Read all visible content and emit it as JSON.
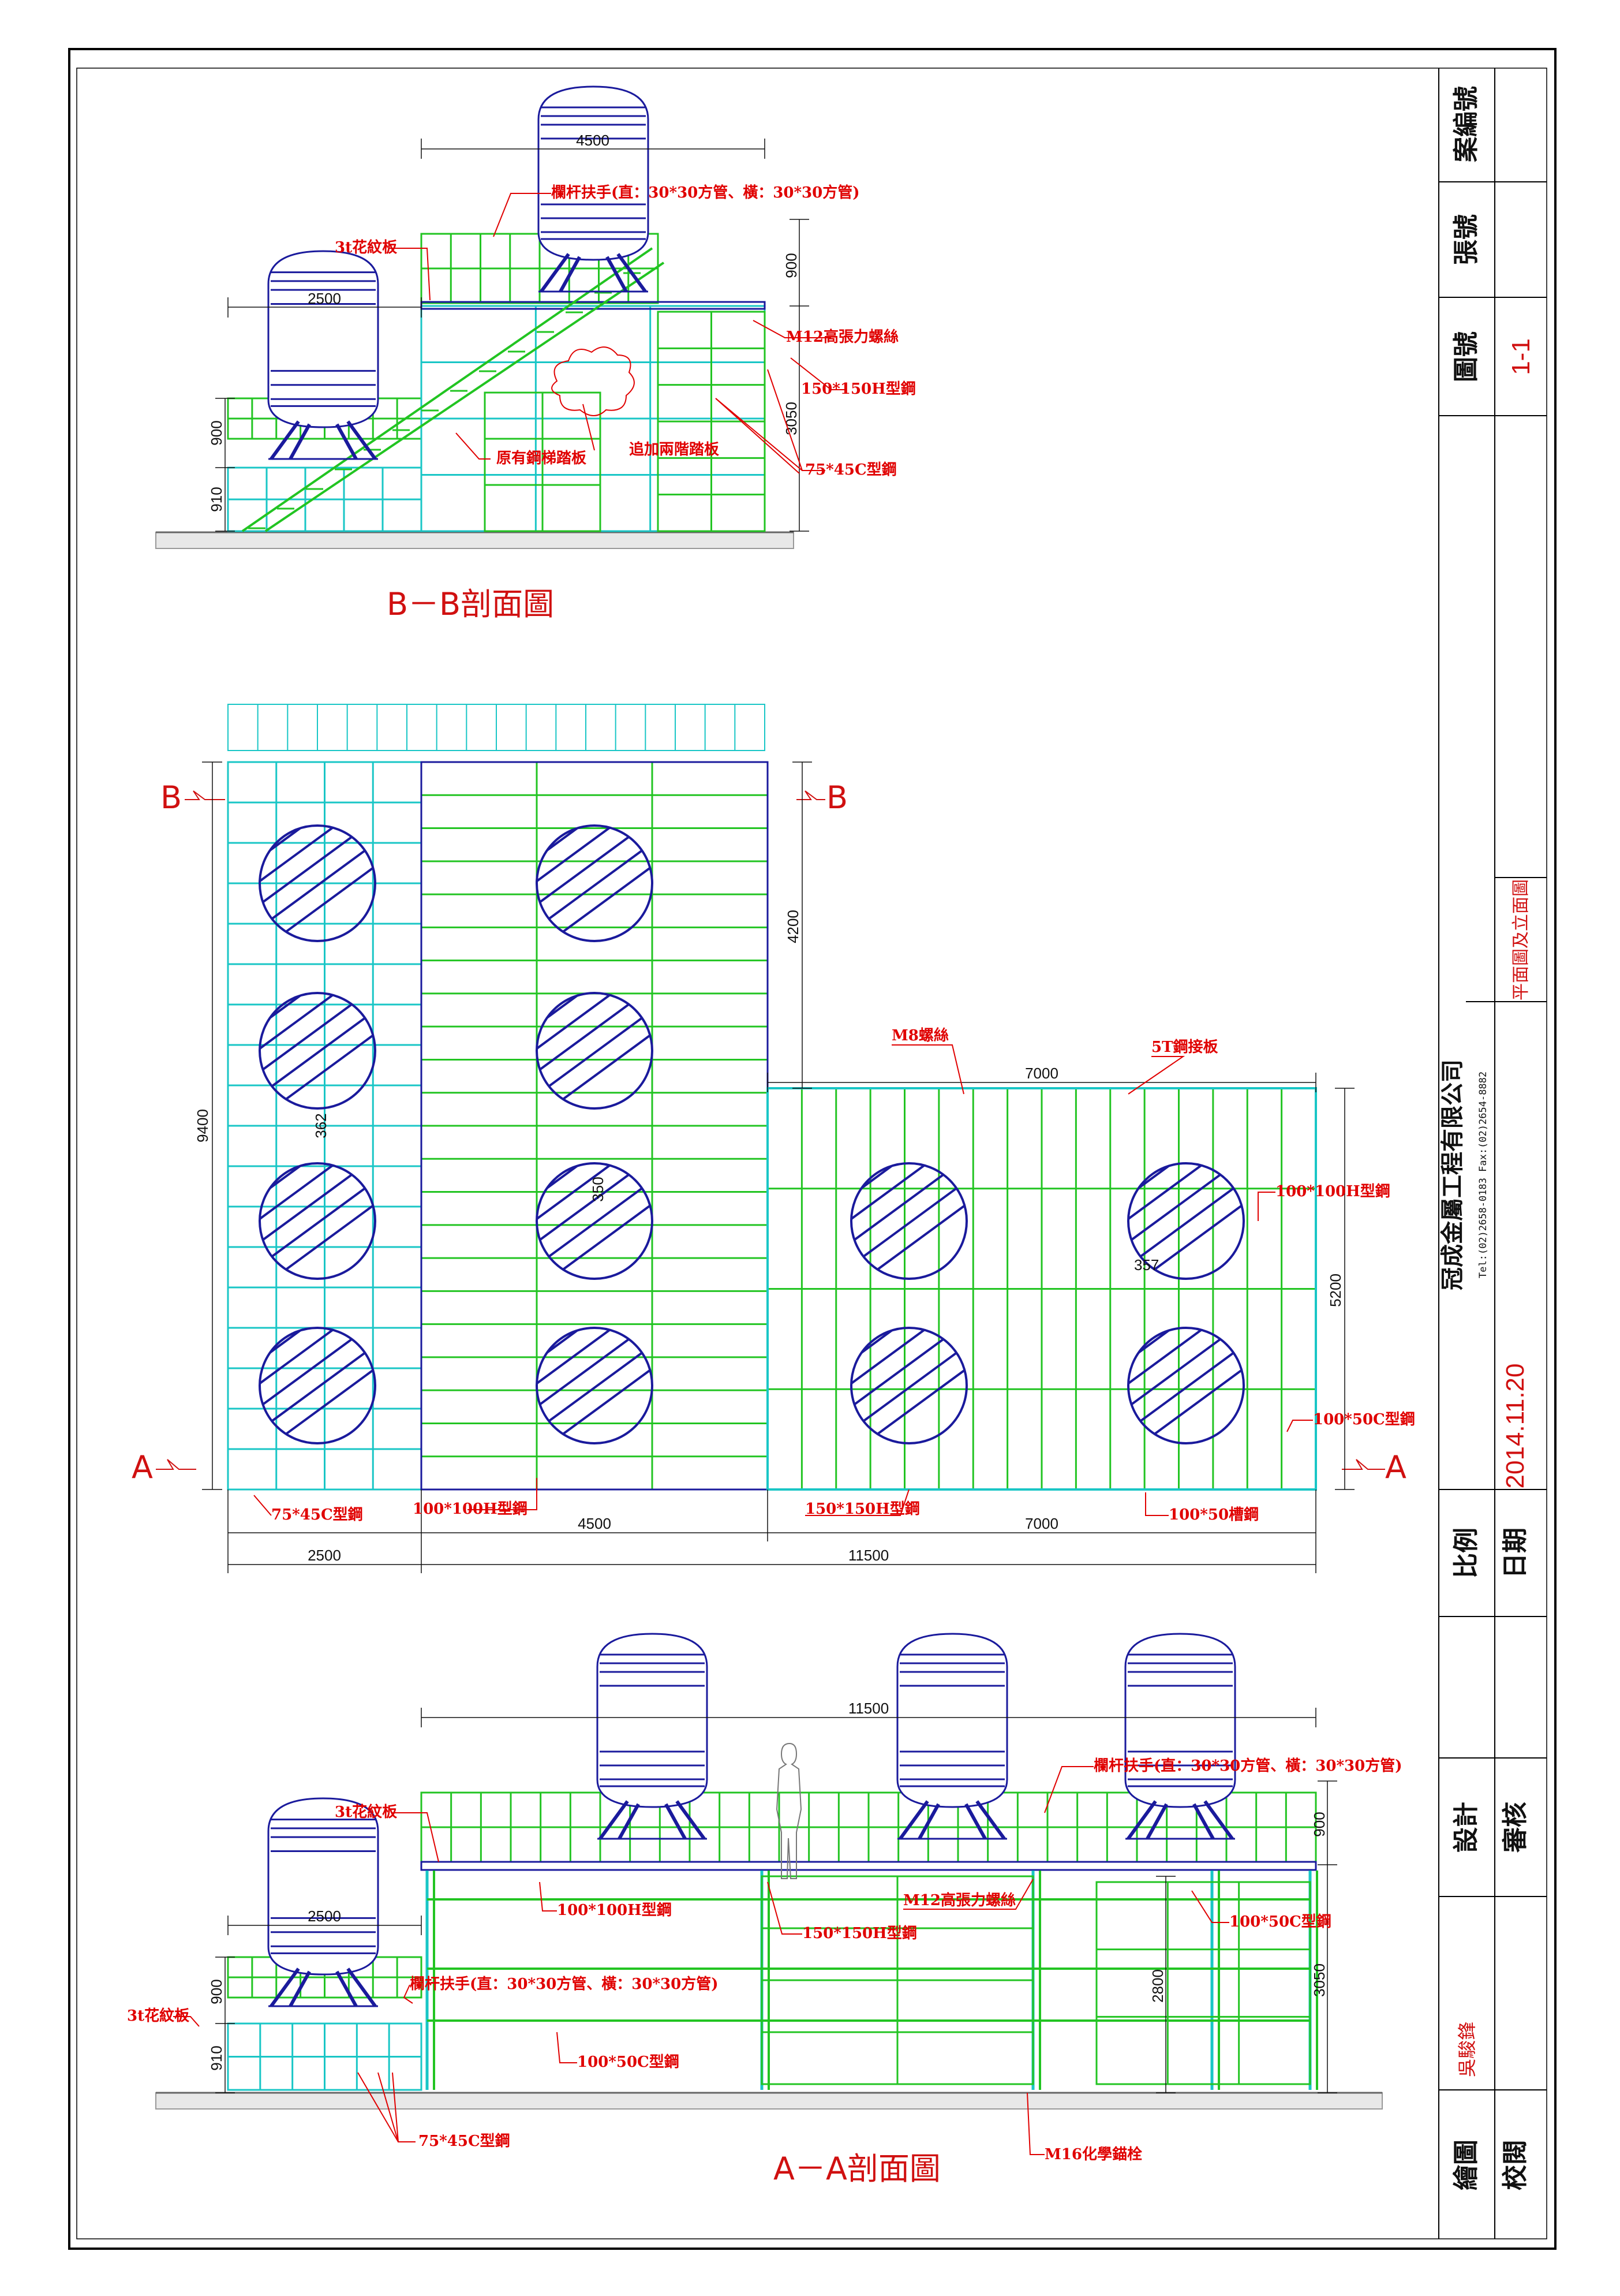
{
  "colors": {
    "frame_green": "#22c422",
    "frame_cyan": "#19c6c6",
    "tank_blue": "#1a1a9c",
    "annotation_red": "#e00000",
    "dimension_black": "#111111",
    "ground_grey": "#999999"
  },
  "sections": {
    "bb_title": "B－B剖面圖",
    "aa_title": "A－A剖面圖",
    "b_mark": "B",
    "a_mark": "A"
  },
  "bb": {
    "dims": {
      "w4500": "4500",
      "w2500": "2500",
      "h900_top": "900",
      "h3050": "3050",
      "h900_left": "900",
      "h910": "910"
    },
    "labels": {
      "railing": "欄杆扶手(直：30*30方管、橫：30*30方管)",
      "plate": "3t花紋板",
      "bolt": "M12高張力螺絲",
      "hbeam": "150*150H型鋼",
      "cchannel": "75*45C型鋼",
      "stair_plate": "原有鋼梯踏板",
      "add_step": "追加兩階踏板"
    }
  },
  "plan": {
    "dims": {
      "h9400": "9400",
      "h4200": "4200",
      "w7000_top": "7000",
      "h5200": "5200",
      "w4500": "4500",
      "w7000_bottom": "7000",
      "w2500": "2500",
      "w11500": "11500",
      "d362": "362",
      "d350": "350",
      "d357": "357"
    },
    "labels": {
      "m8": "M8螺絲",
      "plate5t": "5T鋼接板",
      "h100": "100*100H型鋼",
      "c100_50": "100*50C型鋼",
      "c75": "75*45C型鋼",
      "h100_b": "100*100H型鋼",
      "h150": "150*150H型鋼",
      "ch100": "100*50槽鋼"
    }
  },
  "aa": {
    "dims": {
      "w11500": "11500",
      "w2500": "2500",
      "h900_right": "900",
      "h3050": "3050",
      "h2800": "2800",
      "h900_left": "900",
      "h910": "910"
    },
    "labels": {
      "railing_top": "欄杆扶手(直：30*30方管、橫：30*30方管)",
      "plate_top": "3t花紋板",
      "h100": "100*100H型鋼",
      "bolt": "M12高張力螺絲",
      "c100_50": "100*50C型鋼",
      "h150": "150*150H型鋼",
      "railing_low": "欄杆扶手(直：30*30方管、橫：30*30方管)",
      "plate_low": "3t花紋板",
      "c100_50_low": "100*50C型鋼",
      "c75": "75*45C型鋼",
      "anchor": "M16化學錨栓"
    }
  },
  "title_block": {
    "case_no_label": "案編號",
    "sheet_no_label": "張號",
    "drawing_no_label": "圖號",
    "drawing_no": "1-1",
    "drawing_name": "平面圖及立面圖",
    "company": "冠成金屬工程有限公司",
    "contact": "Tel:(02)2658-0183  Fax:(02)2654-8882",
    "scale_label": "比例",
    "date_label": "日期",
    "date": "2014.11.20",
    "design_label": "設計",
    "review_label": "審核",
    "drafter_label": "繪圖",
    "drafter": "吳駿鋒",
    "proof_label": "校閱"
  }
}
